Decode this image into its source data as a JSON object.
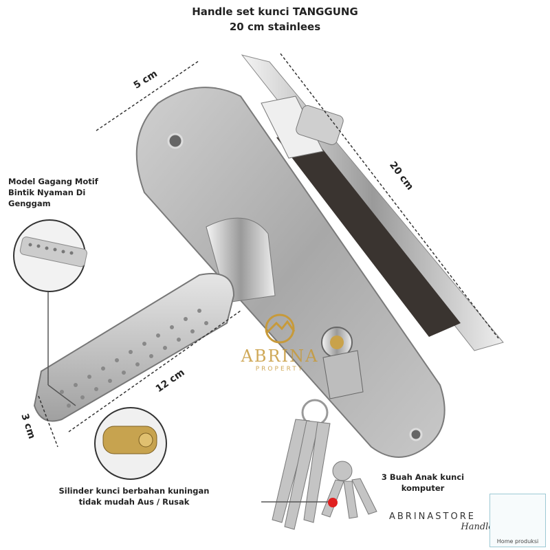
{
  "title_line1": "Handle set kunci TANGGUNG",
  "title_line2": "20 cm stainlees",
  "dimensions": {
    "width_top": "5 cm",
    "height": "20 cm",
    "handle_length": "12 cm",
    "handle_width": "3 cm"
  },
  "notes": {
    "grip_line1": "Model Gagang Motif",
    "grip_line2": "Bintik Nyaman Di",
    "grip_line3": "Genggam",
    "cylinder_line1": "Silinder kunci berbahan kuningan",
    "cylinder_line2": "tidak mudah Aus / Rusak",
    "keys_line1": "3 Buah Anak kunci",
    "keys_line2": "komputer"
  },
  "watermark": {
    "name": "ABRINA",
    "sub": "PROPERTY"
  },
  "brand": {
    "name": "ABRINASTORE",
    "sub": "Handle",
    "home_label": "Home produksi"
  },
  "colors": {
    "steel": "#b8b8b8",
    "chrome": "#dcdcdc",
    "dark": "#3a3430",
    "gold": "#c79a3a",
    "marker": "#e02020"
  }
}
